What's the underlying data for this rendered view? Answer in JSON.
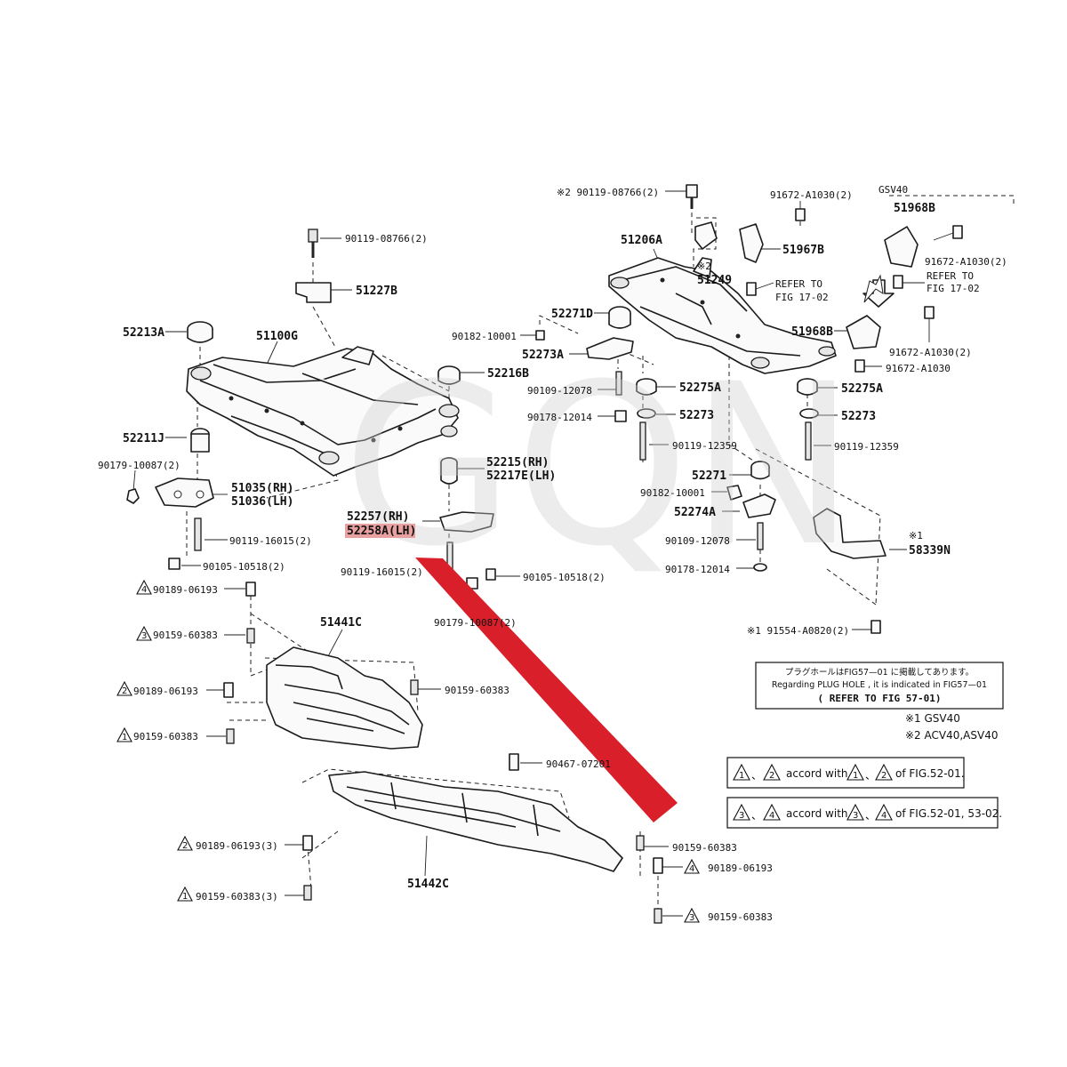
{
  "watermark": "GQN",
  "model_tag": "GSV40",
  "parts": {
    "p51100G": "51100G",
    "p52213A": "52213A",
    "p52211J": "52211J",
    "p51227B": "51227B",
    "b90119_08766_2": "90119-08766(2)",
    "p52216B": "52216B",
    "p52215": "52215(RH)",
    "p52217E": "52217E(LH)",
    "p90179_10087": "90179-10087(2)",
    "p51035": "51035(RH)",
    "p51036": "51036(LH)",
    "b90119_16015_left": "90119-16015(2)",
    "b90105_10518_left": "90105-10518(2)",
    "p52257": "52257(RH)",
    "p52258A": "52258A(LH)",
    "b90119_16015_mid": "90119-16015(2)",
    "b90105_10518_mid": "90105-10518(2)",
    "b90179_partial": "90179-10087(2)",
    "b90189_06193_t4": "90189-06193",
    "b90159_60383_t3": "90159-60383",
    "p51441C": "51441C",
    "b90189_06193_t2": "90189-06193",
    "b90159_60383_mid": "90159-60383",
    "b90159_60383_t1": "90159-60383",
    "b90467_partial": "90467-07201",
    "p51442C": "51442C",
    "b90189_06193_3": "90189-06193(3)",
    "b90159_60383_3": "90159-60383(3)",
    "b90159_60383_r1": "90159-60383",
    "b90189_06193_r4": "90189-06193",
    "b90159_60383_r3": "90159-60383",
    "top_bolt_note": "※2 90119-08766(2)",
    "p51206A": "51206A",
    "p51249_note": "※2",
    "p51249": "51249",
    "b91672_A1030_2_top": "91672-A1030(2)",
    "p51967B": "51967B",
    "refer_to_1": "REFER TO",
    "fig_17_02_1": "FIG 17-02",
    "p51968B_top": "51968B",
    "b91672_A1030_2_r1": "91672-A1030(2)",
    "refer_to_2": "REFER TO",
    "fig_17_02_2": "FIG 17-02",
    "p51968B_mid": "51968B",
    "b91672_A1030_2_r2": "91672-A1030(2)",
    "b91672_A1030": "91672-A1030",
    "p52271D": "52271D",
    "b90182_10001_top": "90182-10001",
    "p52273A_top": "52273A",
    "b90109_12078_top": "90109-12078",
    "p52275A_1": "52275A",
    "b90178_12014_top": "90178-12014",
    "p52273_1": "52273",
    "b90119_12359_1": "90119-12359",
    "p52275A_2": "52275A",
    "p52273_2": "52273",
    "b90119_12359_2": "90119-12359",
    "p52271": "52271",
    "b90182_10001_bot": "90182-10001",
    "p52274A": "52274A",
    "b90109_12078_bot": "90109-12078",
    "b90178_12014_bot": "90178-12014",
    "p58339N_note": "※1",
    "p58339N": "58339N",
    "b91554_A0820": "※1 91554-A0820(2)"
  },
  "plug_hole_box": {
    "line1": "プラグホールはFIG57—01 に掲載してあります。",
    "line2": "Regarding PLUG HOLE , it is indicated in FIG57—01",
    "line3": "( REFER TO FIG 57-01)"
  },
  "footnotes": {
    "n1": "※1 GSV40",
    "n2": "※2 ACV40,ASV40"
  },
  "accord": {
    "a1_text": "accord with",
    "a1_fig": "of FIG.52-01.",
    "a2_text": "accord with",
    "a2_fig": "of FIG.52-01, 53-02.",
    "sep": "、"
  },
  "tri_numbers": {
    "t1": "1",
    "t2": "2",
    "t3": "3",
    "t4": "4"
  },
  "colors": {
    "highlight": "#e8a0a0",
    "arrow": "#d9202a",
    "watermark": "#cfcfcf"
  }
}
